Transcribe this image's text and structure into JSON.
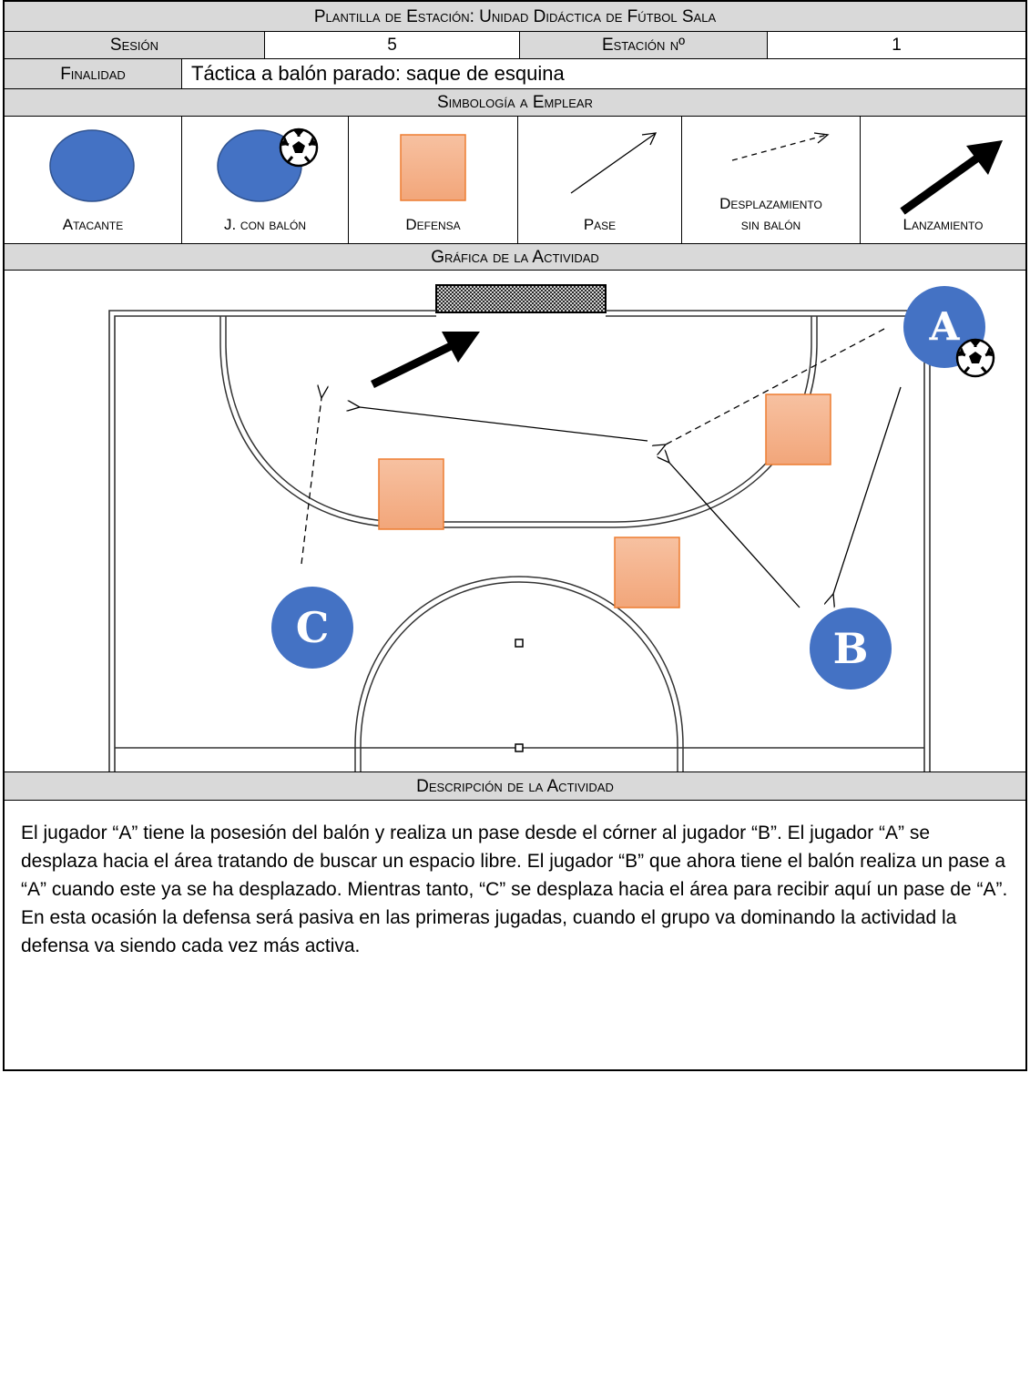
{
  "header": {
    "title": "Plantilla de Estación: Unidad Didáctica de Fútbol Sala"
  },
  "session": {
    "session_label": "Sesión",
    "session_value": "5",
    "station_label": "Estación nº",
    "station_value": "1"
  },
  "purpose": {
    "label": "Finalidad",
    "value": "Táctica a balón parado: saque de esquina"
  },
  "symbols": {
    "heading": "Simbología a Emplear",
    "items": [
      {
        "label": "Atacante",
        "icon": "attacker-circle-icon"
      },
      {
        "label": "J. con balón",
        "icon": "player-with-ball-icon"
      },
      {
        "label": "Defensa",
        "icon": "defender-square-icon"
      },
      {
        "label": "Pase",
        "icon": "pass-arrow-icon"
      },
      {
        "label": "Desplazamiento sin balón",
        "label_line1": "Desplazamiento",
        "label_line2": "sin balón",
        "icon": "dashed-arrow-icon"
      },
      {
        "label": "Lanzamiento",
        "icon": "shot-arrow-icon"
      }
    ]
  },
  "diagram": {
    "heading": "Gráfica de la Actividad",
    "players": {
      "a": "A",
      "b": "B",
      "c": "C"
    },
    "colors": {
      "player": "#4472c4",
      "defender": "#f4b183",
      "defender_border": "#ed7d31"
    }
  },
  "description": {
    "heading": "Descripción de la Actividad",
    "paragraph1": "El jugador “A” tiene la posesión del balón y realiza un pase desde el córner al jugador “B”. El jugador “A” se desplaza hacia el área tratando de buscar un espacio libre. El jugador “B” que ahora tiene el balón realiza un pase a “A” cuando este ya se ha desplazado. Mientras tanto, “C” se desplaza hacia el área para recibir aquí un pase de “A”.",
    "paragraph2": "En esta ocasión la defensa será pasiva en las primeras jugadas, cuando el grupo va dominando la actividad la defensa va siendo cada vez más activa."
  }
}
